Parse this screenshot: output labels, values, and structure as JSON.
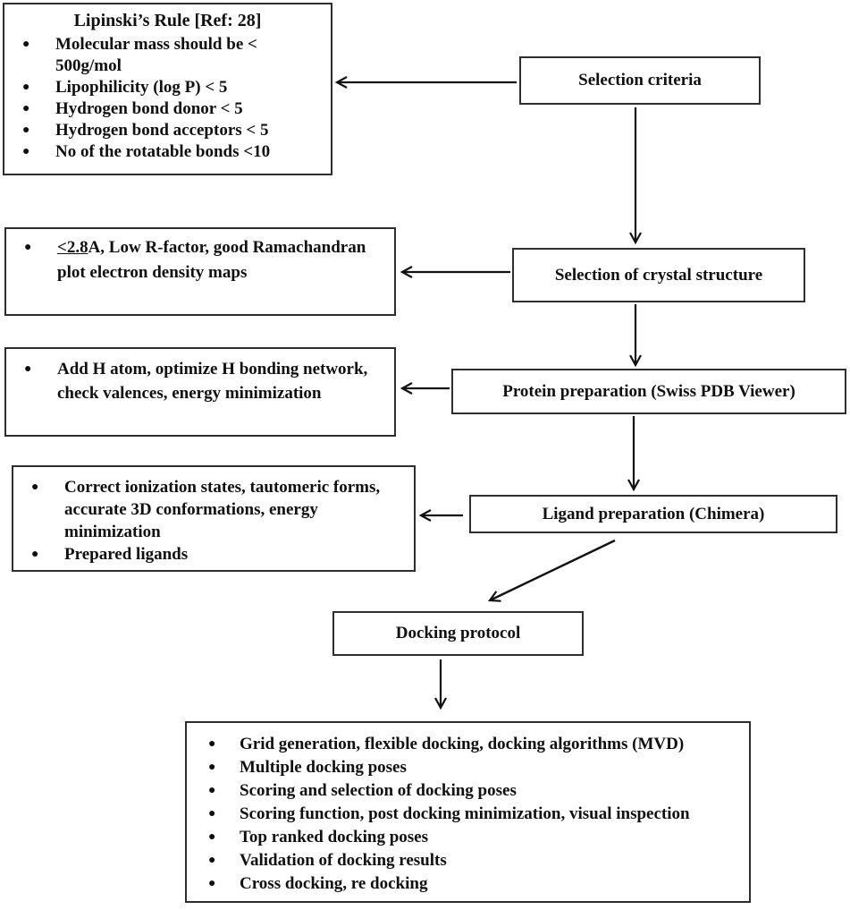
{
  "appearance": {
    "background": "#ffffff",
    "ink": "#101010",
    "border": "#2e2e2e",
    "arrow": "#111111"
  },
  "lipinski_box": {
    "title": "Lipinski’s Rule [Ref: 28]",
    "items": [
      "Molecular mass should be < 500g/mol",
      "Lipophilicity (log P) < 5",
      "Hydrogen bond donor < 5",
      "Hydrogen bond acceptors < 5",
      "No of the rotatable bonds <10"
    ]
  },
  "selection_criteria_box": {
    "label": "Selection criteria"
  },
  "crystal_criteria_box": {
    "item_underlined": "<2.8",
    "item_rest": "A, Low R-factor, good Ramachandran plot electron density maps"
  },
  "crystal_structure_box": {
    "label": "Selection of crystal structure"
  },
  "protein_criteria_box": {
    "items": [
      "Add H atom, optimize H bonding network, check valences, energy minimization"
    ]
  },
  "protein_prep_box": {
    "label": "Protein preparation (Swiss PDB Viewer)"
  },
  "ligand_criteria_box": {
    "items": [
      "Correct ionization states, tautomeric forms, accurate 3D conformations, energy minimization",
      "Prepared ligands"
    ]
  },
  "ligand_prep_box": {
    "label": "Ligand preparation (Chimera)"
  },
  "docking_protocol_box": {
    "label": "Docking protocol"
  },
  "results_box": {
    "items": [
      "Grid generation, flexible docking, docking algorithms (MVD)",
      "Multiple docking poses",
      "Scoring and selection of docking poses",
      "Scoring function, post docking minimization, visual inspection",
      "Top ranked docking poses",
      "Validation of docking results",
      "Cross docking, re docking"
    ]
  }
}
